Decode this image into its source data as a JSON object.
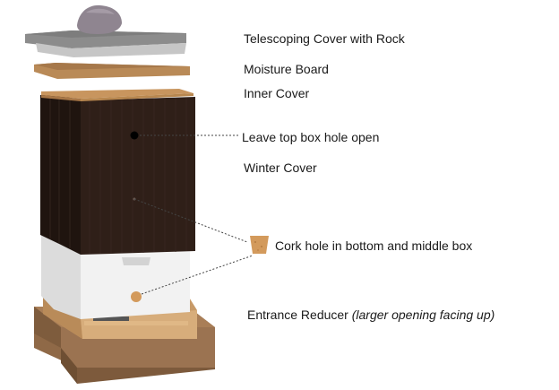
{
  "labels": {
    "telescoping_cover": "Telescoping Cover with Rock",
    "moisture_board": "Moisture Board",
    "inner_cover": "Inner Cover",
    "leave_hole_open": "Leave top box hole open",
    "winter_cover": "Winter Cover",
    "cork_hole": "Cork hole in bottom and middle box",
    "entrance_reducer": "Entrance Reducer",
    "entrance_reducer_note": "(larger opening facing up)"
  },
  "colors": {
    "rock": "#8f8590",
    "telescoping_cover": "#8c8c8c",
    "moisture_board": "#b98a57",
    "inner_cover": "#c8955e",
    "winter_cover": "#2e1e18",
    "white_box": "#f1f1f1",
    "cork": "#d49a5c",
    "stand": "#9b7351",
    "bottom_board": "#c9a070"
  }
}
